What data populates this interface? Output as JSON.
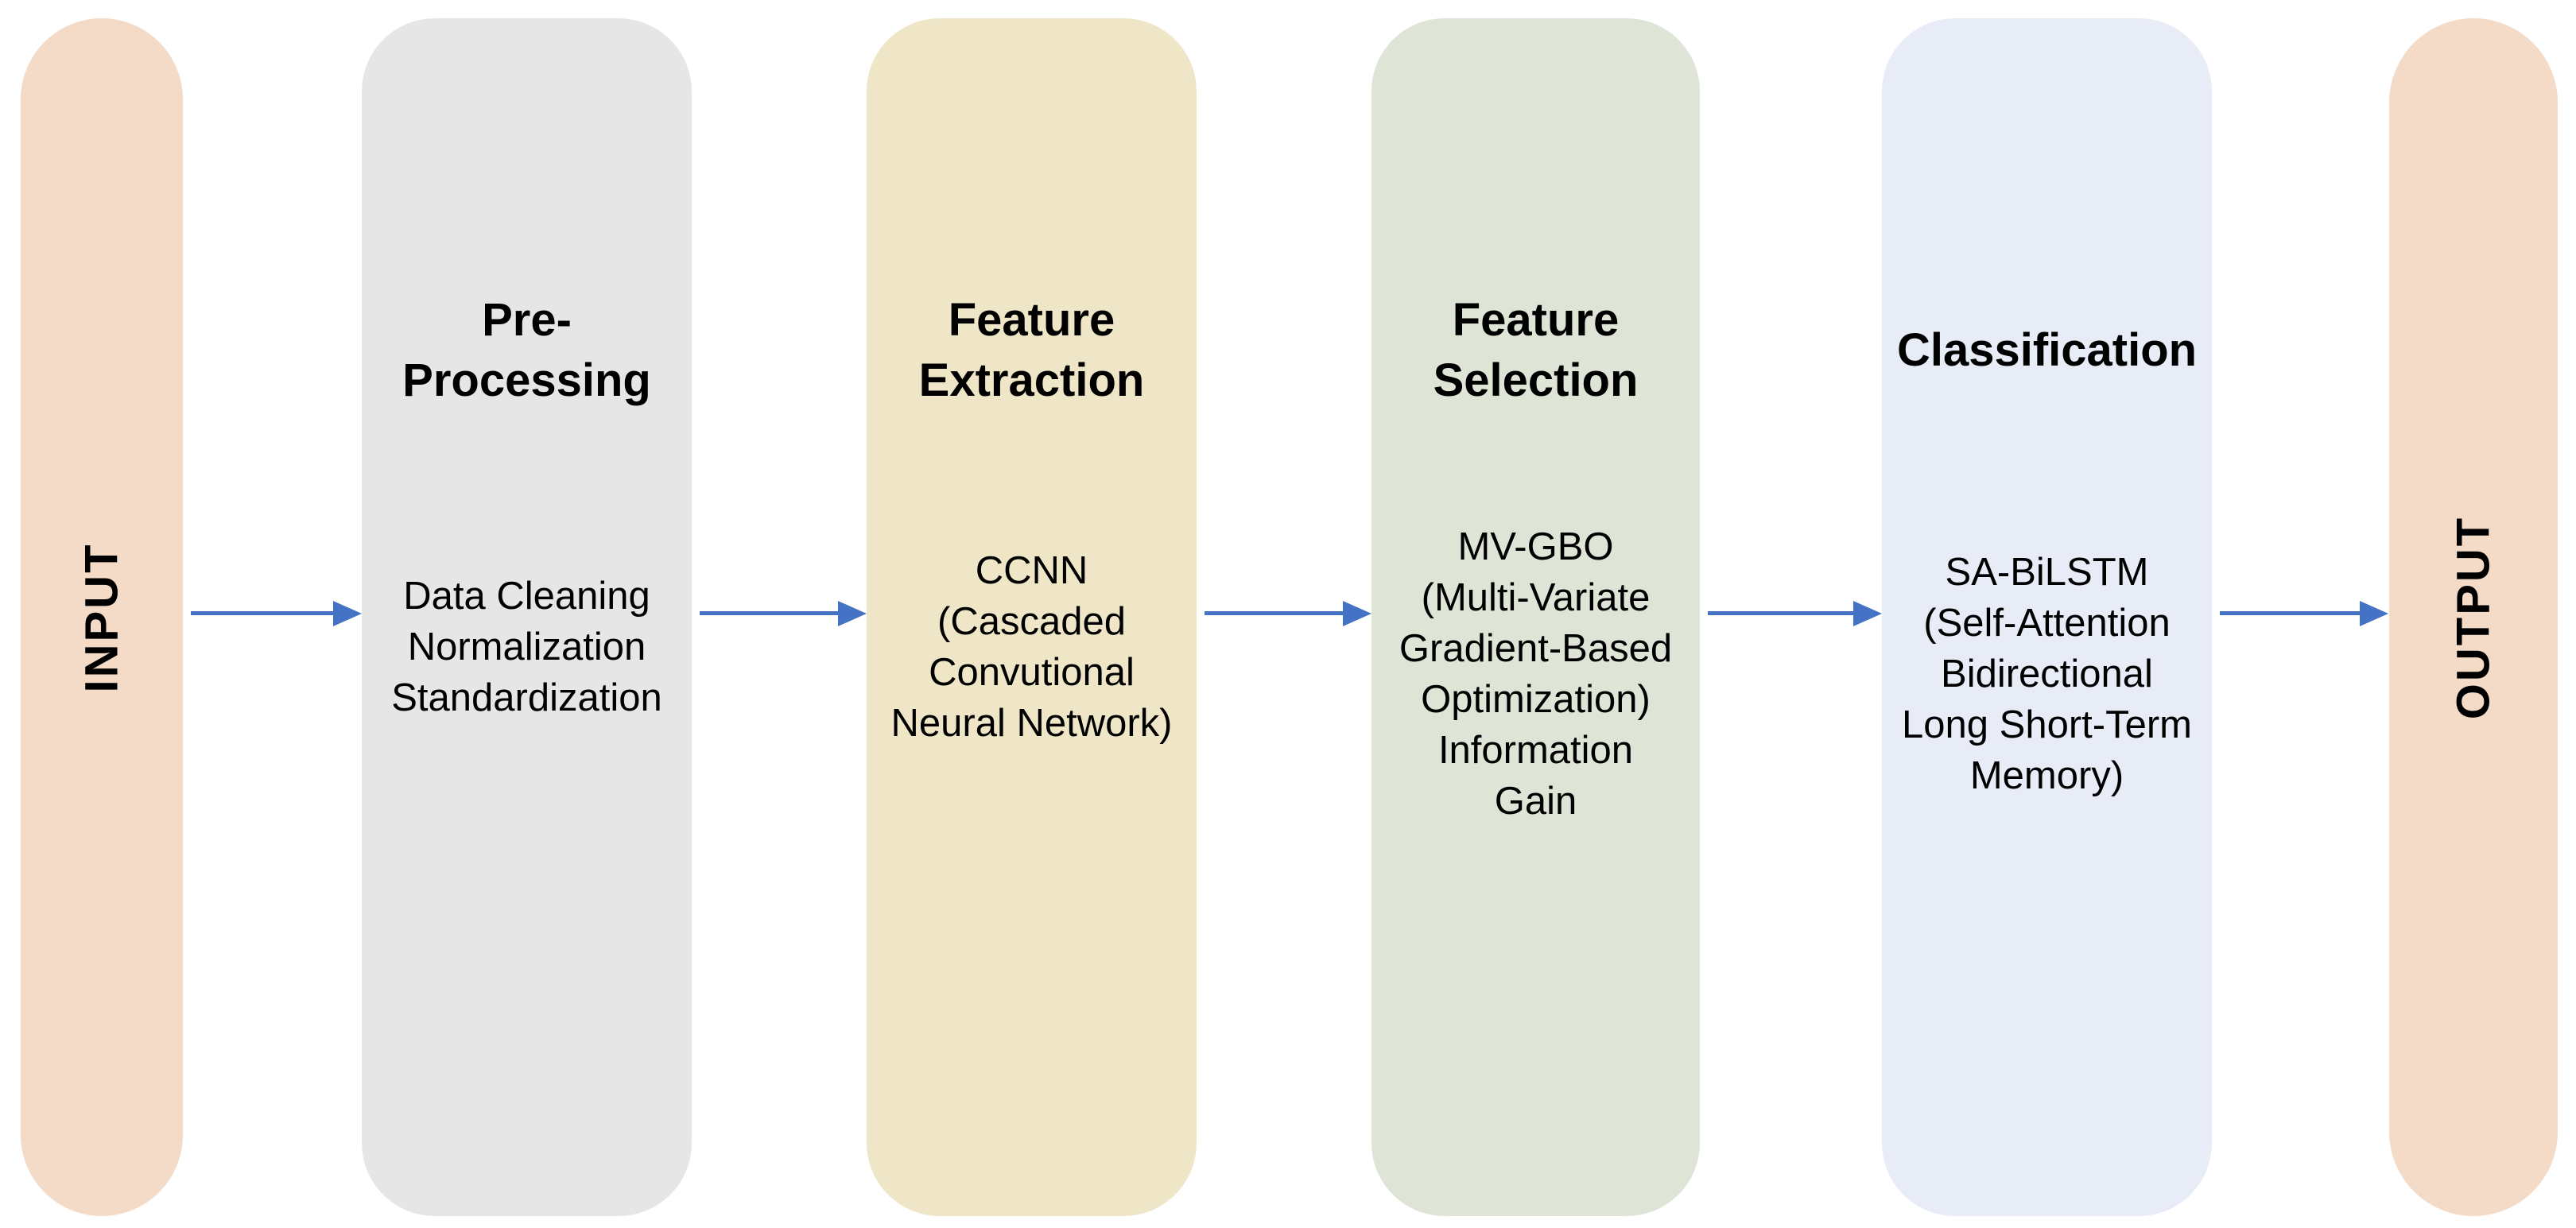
{
  "diagram": {
    "colors": {
      "background": "#ffffff",
      "text": "#000000",
      "arrow": "#4472c4",
      "endpoint_bg": "#f4dbc7",
      "preprocessing_bg": "#e7e6e6",
      "feature_extraction_bg": "#eee6c7",
      "feature_selection_bg": "#dee5d6",
      "classification_bg": "#e8ecf7"
    },
    "stages": [
      {
        "id": "input",
        "kind": "endpoint",
        "label": "INPUT",
        "bg": "#f4dbc7"
      },
      {
        "id": "pre-processing",
        "kind": "process",
        "title_lines": [
          "Pre-",
          "Processing"
        ],
        "content_lines": [
          "Data Cleaning",
          "Normalization",
          "Standardization"
        ],
        "bg": "#e7e6e6"
      },
      {
        "id": "feature-extraction",
        "kind": "process",
        "title_lines": [
          "Feature",
          "Extraction"
        ],
        "content_lines": [
          "CCNN",
          "(Cascaded",
          "Convutional",
          "Neural Network)"
        ],
        "bg": "#eee6c7"
      },
      {
        "id": "feature-selection",
        "kind": "process",
        "title_lines": [
          "Feature",
          "Selection"
        ],
        "content_lines": [
          "MV-GBO",
          "(Multi-Variate",
          "Gradient-Based",
          "Optimization)",
          "Information",
          "Gain"
        ],
        "bg": "#dee5d6"
      },
      {
        "id": "classification",
        "kind": "process",
        "title_lines": [
          "Classification"
        ],
        "content_lines": [
          "SA-BiLSTM",
          "(Self-Attention",
          "Bidirectional",
          "Long Short-Term",
          "Memory)"
        ],
        "bg": "#e8ecf7"
      },
      {
        "id": "output",
        "kind": "endpoint",
        "label": "OUTPUT",
        "bg": "#f4dbc7"
      }
    ]
  }
}
